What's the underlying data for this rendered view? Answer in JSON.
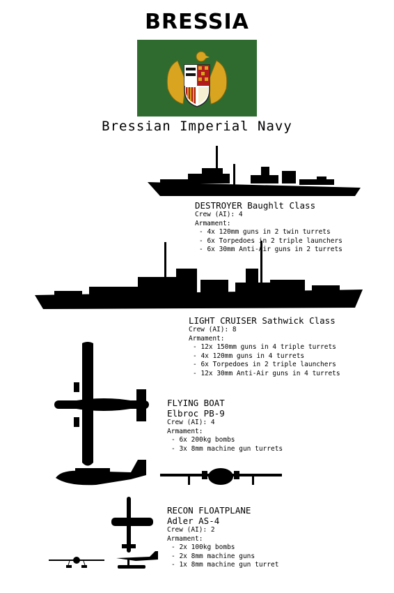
{
  "title": "BRESSIA",
  "subtitle": "Bressian Imperial Navy",
  "colors": {
    "flag_green": "#2f6b2f",
    "gold": "#d9a520",
    "red": "#b01c1c"
  },
  "units": [
    {
      "name": "DESTROYER Baughlt Class",
      "crew": "Crew (AI): 4",
      "armament_label": "Armament:",
      "armament": [
        "- 4x 120mm guns in 2 twin turrets",
        "- 6x Torpedoes in 2 triple launchers",
        "- 6x 30mm Anti-Air guns in 2 turrets"
      ]
    },
    {
      "name": "LIGHT CRUISER Sathwick Class",
      "crew": "Crew (AI): 8",
      "armament_label": "Armament:",
      "armament": [
        "- 12x 150mm guns in 4 triple turrets",
        "- 4x 120mm guns in 4 turrets",
        "- 6x Torpedoes in 2 triple launchers",
        "- 12x 30mm Anti-Air guns in 4 turrets"
      ]
    },
    {
      "name": "FLYING BOAT",
      "name2": "Elbroc PB-9",
      "crew": "Crew (AI): 4",
      "armament_label": "Armament:",
      "armament": [
        "- 6x 200kg bombs",
        "- 3x 8mm machine gun turrets"
      ]
    },
    {
      "name": "RECON FLOATPLANE",
      "name2": "Adler AS-4",
      "crew": "Crew (AI): 2",
      "armament_label": "Armament:",
      "armament": [
        "- 2x 100kg bombs",
        "- 2x 8mm machine guns",
        "- 1x 8mm machine gun turret"
      ]
    }
  ]
}
